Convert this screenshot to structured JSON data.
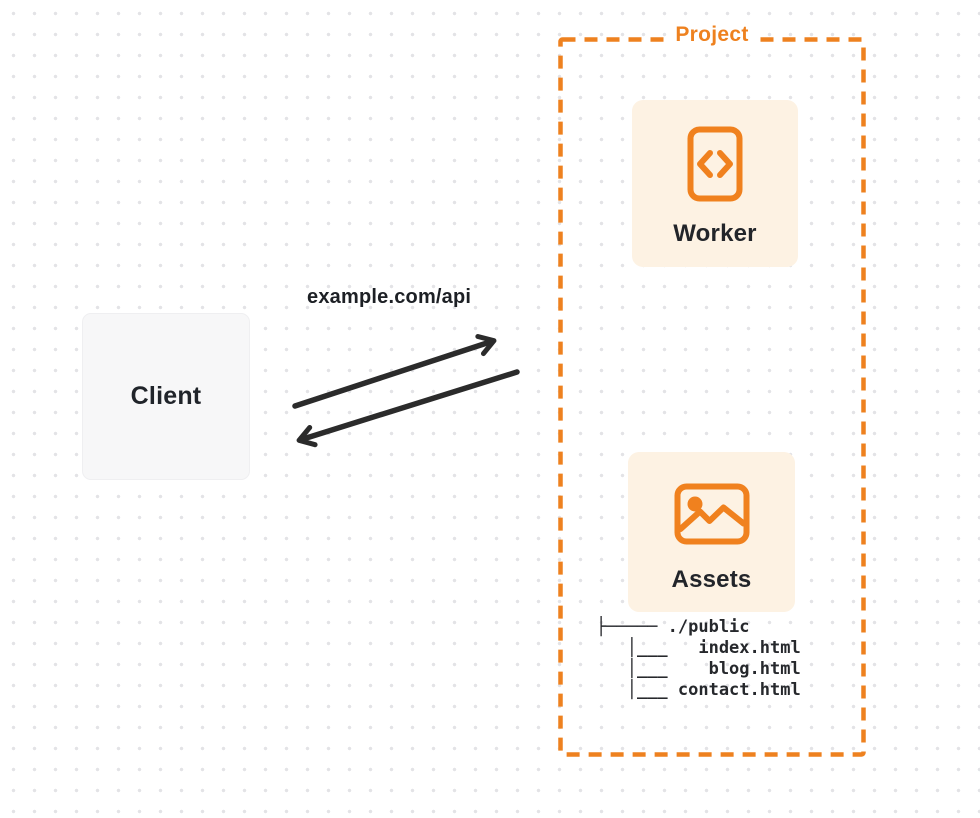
{
  "colors": {
    "accent_orange": "#ee811f",
    "card_background": "#fdf2e3",
    "client_background": "#f7f7f8",
    "arrow_dark": "#2b2b2b",
    "text_dark": "#20242a",
    "grid_dot": "#e3e3e6"
  },
  "client": {
    "label": "Client"
  },
  "request": {
    "label": "example.com/api"
  },
  "project": {
    "label": "Project",
    "worker": {
      "label": "Worker",
      "icon": "code-document-icon"
    },
    "assets": {
      "label": "Assets",
      "icon": "picture-image-icon"
    },
    "file_tree": {
      "root": "./public",
      "files": [
        "index.html",
        "blog.html",
        "contact.html"
      ],
      "lines": [
        "├───── ./public",
        "   │___   index.html",
        "   │___    blog.html",
        "   │___ contact.html"
      ]
    }
  }
}
